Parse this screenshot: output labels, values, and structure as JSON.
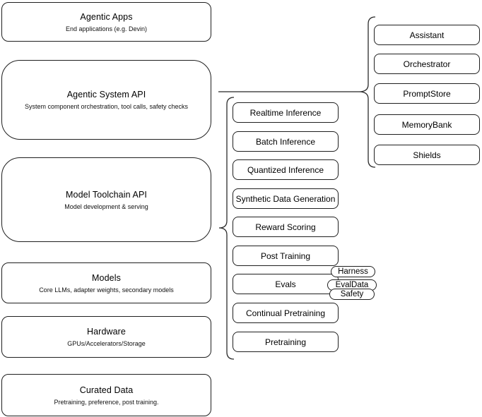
{
  "colors": {
    "background": "#ffffff",
    "stroke": "#000000",
    "text": "#000000"
  },
  "left_stack": [
    {
      "title": "Agentic Apps",
      "subtitle": "End applications (e.g. Devin)"
    },
    {
      "title": "Agentic System API",
      "subtitle": "System component orchestration, tool calls, safety checks"
    },
    {
      "title": "Model Toolchain API",
      "subtitle": "Model development & serving"
    },
    {
      "title": "Models",
      "subtitle": "Core LLMs, adapter weights, secondary models"
    },
    {
      "title": "Hardware",
      "subtitle": "GPUs/Accelerators/Storage"
    },
    {
      "title": "Curated Data",
      "subtitle": "Pretraining, preference, post training."
    }
  ],
  "toolchain_group": {
    "items": [
      "Realtime Inference",
      "Batch Inference",
      "Quantized Inference",
      "Synthetic Data Generation",
      "Reward Scoring",
      "Post Training",
      "Evals",
      "Continual Pretraining",
      "Pretraining"
    ],
    "eval_tags": [
      "Harness",
      "EvalData",
      "Safety"
    ]
  },
  "system_group": {
    "items": [
      "Assistant",
      "Orchestrator",
      "PromptStore",
      "MemoryBank",
      "Shields"
    ]
  }
}
